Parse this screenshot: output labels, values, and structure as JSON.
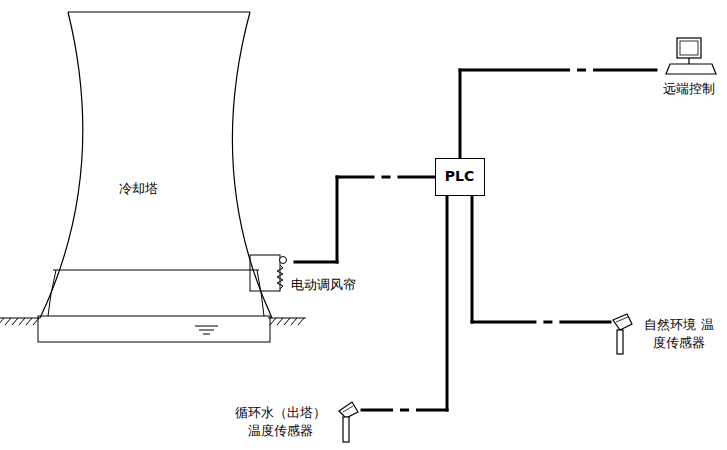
{
  "diagram": {
    "nodes": [
      {
        "text": [
          "冷却塔"
        ]
      },
      {
        "text": [
          "PLC"
        ]
      },
      {
        "text": [
          "远端控制"
        ]
      },
      {
        "text": [
          "自然环境 温度传感器"
        ]
      },
      {
        "text": [
          "循环水（出塔） 温度传感器"
        ]
      }
    ],
    "edges": [
      {
        "from": 1,
        "to": 0,
        "arrow": "none"
      },
      {
        "from": 1,
        "to": 2,
        "arrow": "none"
      },
      {
        "from": 1,
        "to": 3,
        "arrow": "none"
      },
      {
        "from": 1,
        "to": 4,
        "arrow": "none"
      }
    ],
    "labels": [
      "电动调风帘"
    ]
  }
}
